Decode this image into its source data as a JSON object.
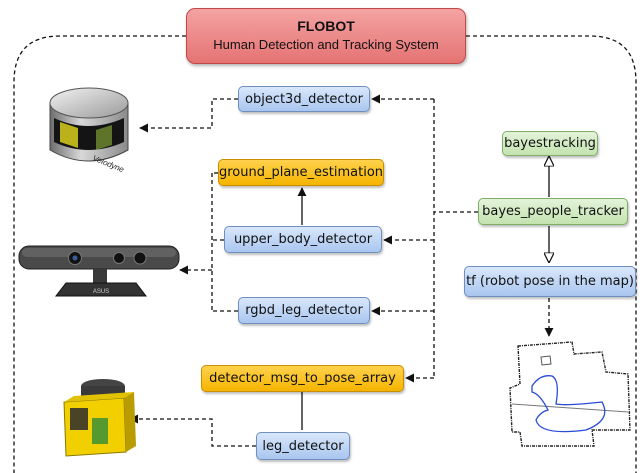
{
  "header": {
    "title": "FLOBOT",
    "subtitle": "Human Detection and Tracking System"
  },
  "nodes": {
    "object3d_detector": "object3d_detector",
    "ground_plane_estimation": "ground_plane_estimation",
    "upper_body_detector": "upper_body_detector",
    "rgbd_leg_detector": "rgbd_leg_detector",
    "detector_msg_to_pose_array": "detector_msg_to_pose_array",
    "leg_detector": "leg_detector",
    "bayestracking": "bayestracking",
    "bayes_people_tracker": "bayes_people_tracker",
    "tf": "tf (robot pose in the map)"
  },
  "sensors": {
    "lidar_brand": "Velodyne",
    "depth_camera_brand": "ASUS"
  },
  "colors": {
    "blue_node": "#a9c6ef",
    "orange_node": "#f5b400",
    "green_node": "#c4e3b0",
    "title_node": "#e57373",
    "sensor_yellow": "#f2d000"
  }
}
